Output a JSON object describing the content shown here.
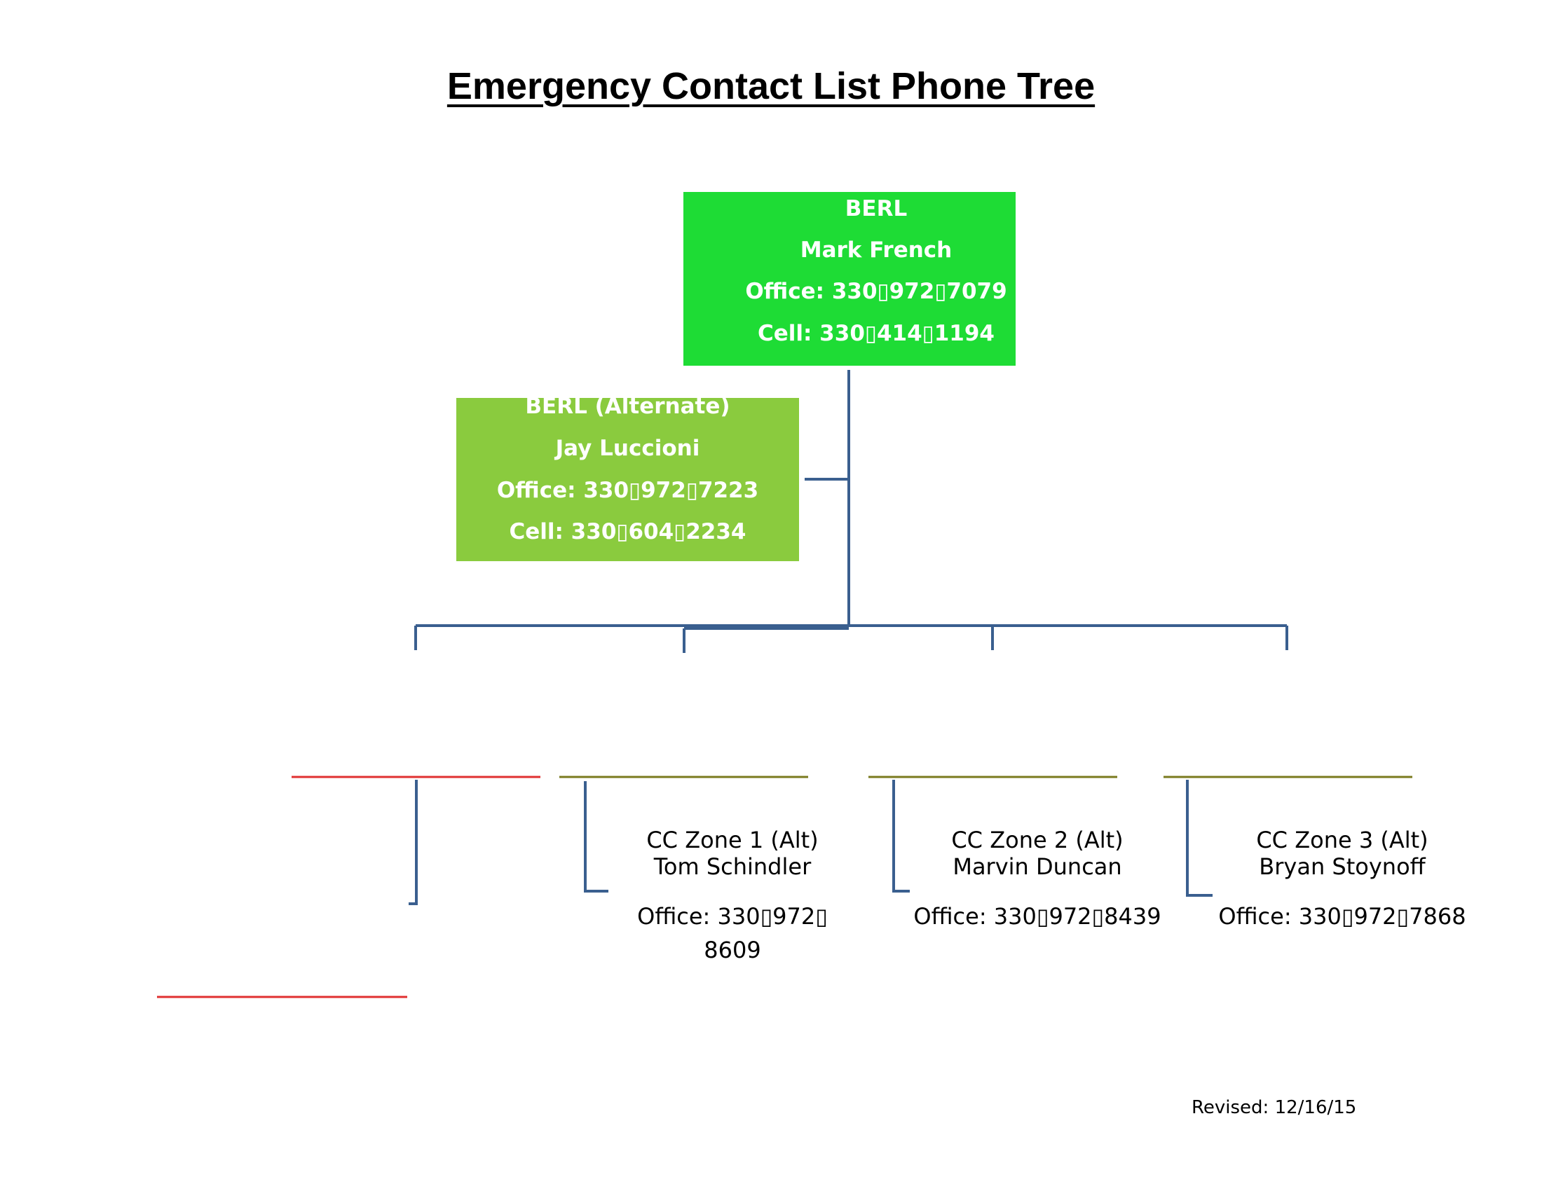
{
  "title": "Emergency Contact List Phone Tree",
  "colors": {
    "primary_box": "#1edc35",
    "alternate_box": "#8acb3e",
    "connector": "#3a5f8f",
    "red_rule": "#e03030",
    "olive_rule": "#7a7a1e"
  },
  "primary": {
    "org": "BERL",
    "name": "Mark French",
    "office": "Office: 330▯972▯7079",
    "cell": "Cell: 330▯414▯1194"
  },
  "alternate": {
    "org": "BERL (Alternate)",
    "name": "Jay Luccioni",
    "office": "Office: 330▯972▯7223",
    "cell": "Cell: 330▯604▯2234"
  },
  "zones": [
    {
      "title": "CC Zone 1 (Alt)",
      "name": "Tom Schindler",
      "office_line1": "Office: 330▯972▯",
      "office_line2": "8609"
    },
    {
      "title": "CC Zone 2 (Alt)",
      "name": "Marvin Duncan",
      "office": "Office: 330▯972▯8439"
    },
    {
      "title": "CC Zone 3 (Alt)",
      "name": "Bryan Stoynoff",
      "office": "Office: 330▯972▯7868"
    }
  ],
  "revised": "Revised: 12/16/15"
}
